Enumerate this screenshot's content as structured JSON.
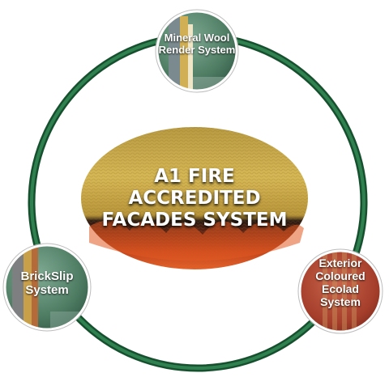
{
  "center": {
    "lines": [
      "A1 FIRE",
      "ACCREDITED",
      "FACADES SYSTEM"
    ]
  },
  "nodes": {
    "top": {
      "lines": [
        "Mineral Wool",
        "Render System"
      ]
    },
    "left": {
      "lines": [
        "BrickSlip",
        "System"
      ]
    },
    "right": {
      "lines": [
        "Exterior",
        "Coloured",
        "Ecolad",
        "System"
      ]
    }
  },
  "colors": {
    "ring": "#1e6b3e",
    "ring_light": "#4aa86a",
    "mineral_wool": "#c9a63c",
    "fire": "#d2451f",
    "node_green": "#5f8c73",
    "node_red": "#b24a36"
  }
}
